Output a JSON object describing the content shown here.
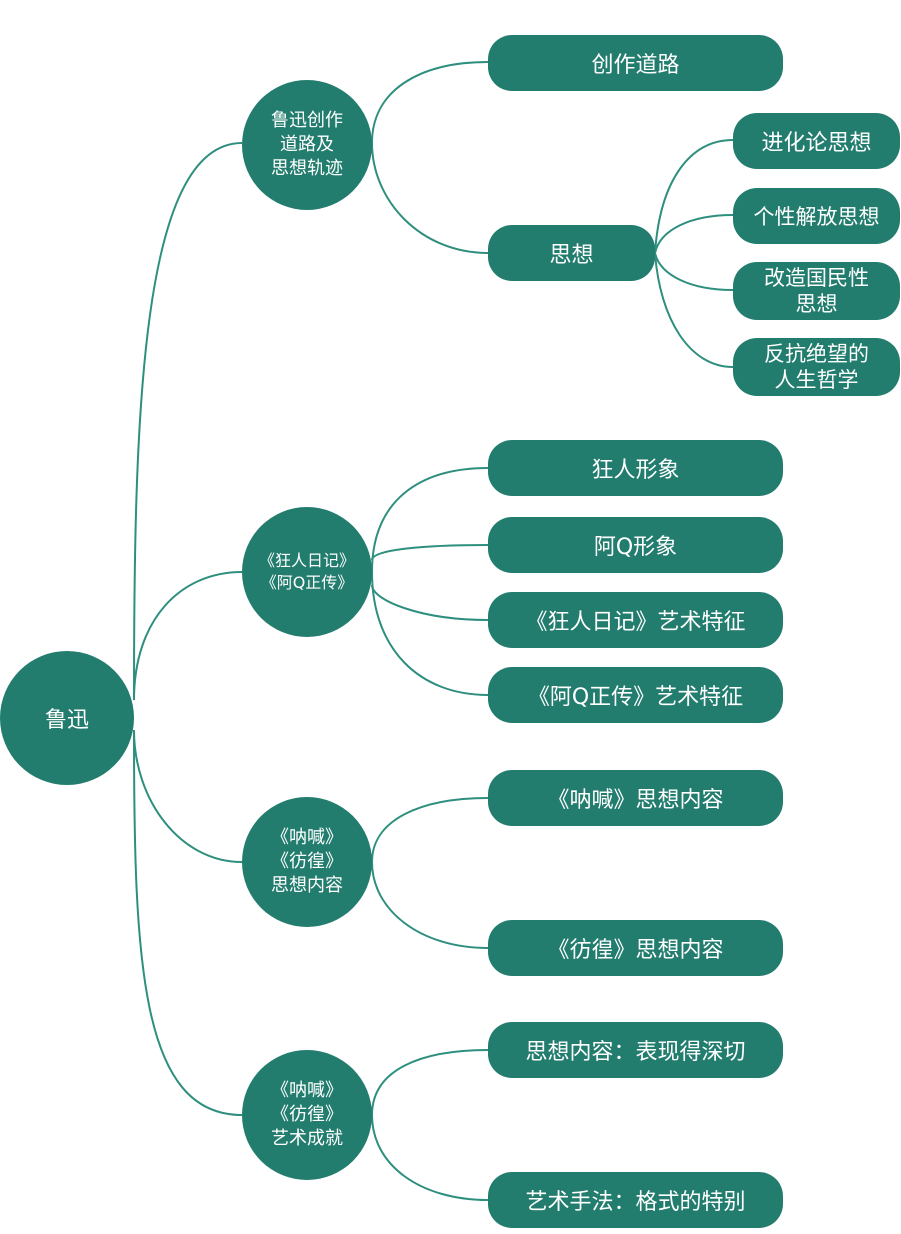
{
  "root": {
    "label": "鲁迅"
  },
  "branches": [
    {
      "id": "b1",
      "label": "鲁迅创作道路及思想轨迹",
      "lines": [
        "鲁迅创作",
        "道路及",
        "思想轨迹"
      ],
      "children": [
        {
          "label": "创作道路"
        },
        {
          "label": "思想",
          "children": [
            {
              "label": "进化论思想"
            },
            {
              "label": "个性解放思想"
            },
            {
              "label": "改造国民性思想",
              "lines": [
                "改造国民性",
                "思想"
              ]
            },
            {
              "label": "反抗绝望的人生哲学",
              "lines": [
                "反抗绝望的",
                "人生哲学"
              ]
            }
          ]
        }
      ]
    },
    {
      "id": "b2",
      "label": "《狂人日记》《阿Q正传》",
      "lines": [
        "《狂人日记》",
        "《阿Q正传》"
      ],
      "children": [
        {
          "label": "狂人形象"
        },
        {
          "label": "阿Q形象"
        },
        {
          "label": "《狂人日记》艺术特征"
        },
        {
          "label": "《阿Q正传》艺术特征"
        }
      ]
    },
    {
      "id": "b3",
      "label": "《呐喊》《彷徨》思想内容",
      "lines": [
        "《呐喊》",
        "《彷徨》",
        "思想内容"
      ],
      "children": [
        {
          "label": "《呐喊》思想内容"
        },
        {
          "label": "《彷徨》思想内容"
        }
      ]
    },
    {
      "id": "b4",
      "label": "《呐喊》《彷徨》艺术成就",
      "lines": [
        "《呐喊》",
        "《彷徨》",
        "艺术成就"
      ],
      "children": [
        {
          "label": "思想内容：表现得深切"
        },
        {
          "label": "艺术手法：格式的特别"
        }
      ]
    }
  ],
  "colors": {
    "node_fill": "#237d6e",
    "connector": "#2e8f7e",
    "text": "#ffffff",
    "background": "#ffffff"
  }
}
